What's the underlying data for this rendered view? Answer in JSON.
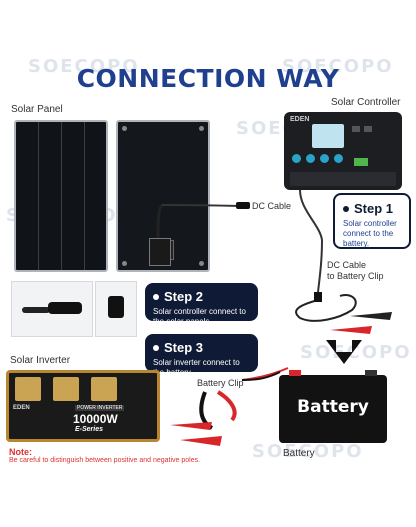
{
  "watermark": "SOECOPO",
  "title": "CONNECTION WAY",
  "labels": {
    "solar_panel": "Solar Panel",
    "solar_controller": "Solar Controller",
    "dc_cable": "DC Cable",
    "dc_cable_battery_clip": "DC Cable\nto Battery Clip",
    "solar_inverter": "Solar Inverter",
    "battery_clip": "Battery Clip",
    "battery": "Battery"
  },
  "controller": {
    "brand": "EDEN"
  },
  "battery_text": "Battery",
  "inverter": {
    "brand": "EDEN",
    "subtitle": "POWER INVERTER",
    "wattage": "10000W",
    "series": "E-Series"
  },
  "steps": [
    {
      "title": "Step 1",
      "body": "Solar controller connect to the battery."
    },
    {
      "title": "Step 2",
      "body": "Solar controller connect to the solar panels."
    },
    {
      "title": "Step 3",
      "body": "Solar inverter connect to the battery."
    }
  ],
  "note": {
    "title": "Note:",
    "body": "Be careful to distinguish between positive and negative poles."
  },
  "colors": {
    "title": "#1f3f8f",
    "step_bg": "#0f1b36",
    "note": "#d33333",
    "clip_red": "#d8262b",
    "inverter_gold": "#b8862e"
  }
}
